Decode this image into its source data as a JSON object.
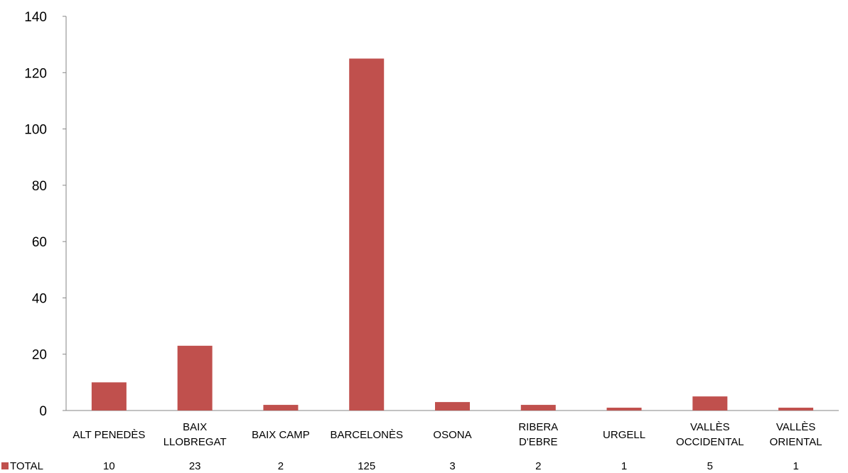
{
  "chart_data": {
    "type": "bar",
    "categories": [
      [
        "ALT PENEDÈS"
      ],
      [
        "BAIX",
        "LLOBREGAT"
      ],
      [
        "BAIX CAMP"
      ],
      [
        "BARCELONÈS"
      ],
      [
        "OSONA"
      ],
      [
        "RIBERA",
        "D'EBRE"
      ],
      [
        "URGELL"
      ],
      [
        "VALLÈS",
        "OCCIDENTAL"
      ],
      [
        "VALLÈS",
        "ORIENTAL"
      ]
    ],
    "series": [
      {
        "name": "TOTAL",
        "values": [
          10,
          23,
          2,
          125,
          3,
          2,
          1,
          5,
          1
        ],
        "color": "#c0504d"
      }
    ],
    "ylim": [
      0,
      140
    ],
    "yticks": [
      "0",
      "20",
      "40",
      "60",
      "80",
      "100",
      "120",
      "140"
    ],
    "grid": false,
    "legend": "data-table"
  }
}
